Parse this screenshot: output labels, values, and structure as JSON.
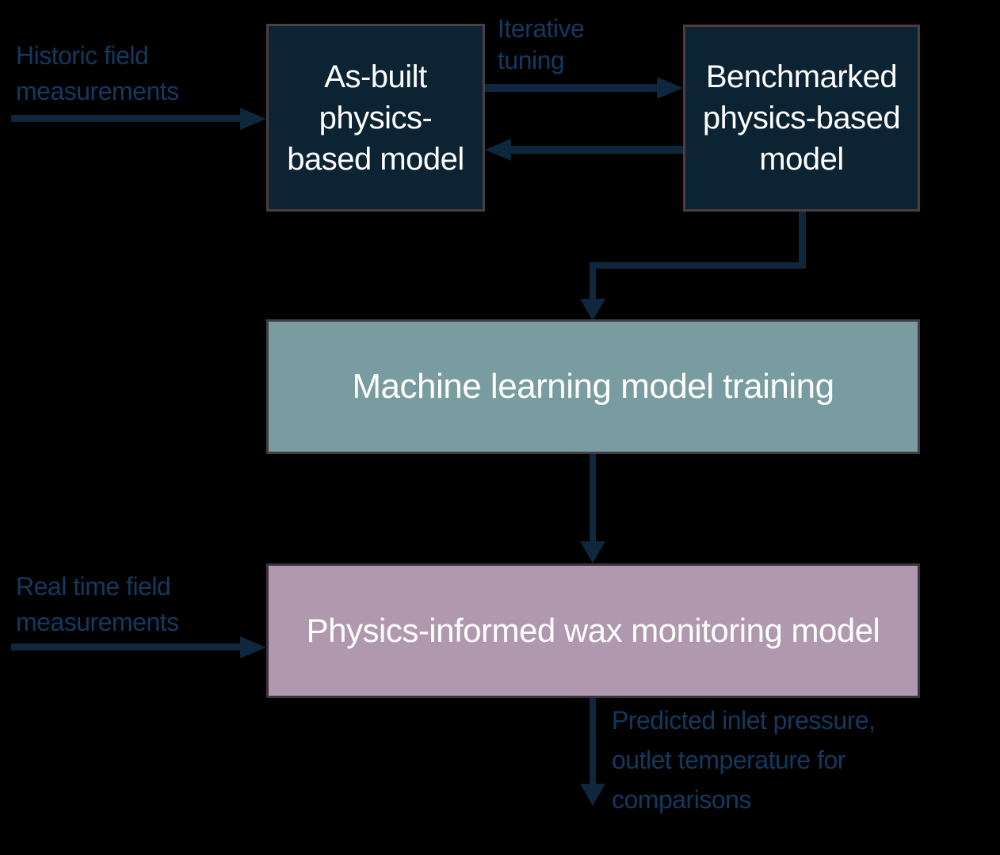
{
  "colors": {
    "bg": "#000000",
    "navy-fill": "#0C2334",
    "navy-border": "#4E3C42",
    "teal-fill": "#799CA0",
    "teal-border": "#443E44",
    "mauve-fill": "#B098AE",
    "mauve-border": "#3C343A",
    "arrow": "#0E273C",
    "label-text": "#14395E",
    "box-text": "#FFFFFF"
  },
  "labels": {
    "historic": {
      "lines": [
        "Historic field",
        "measurements"
      ]
    },
    "iterative": {
      "lines": [
        "Iterative",
        "tuning"
      ]
    },
    "realtime": {
      "lines": [
        "Real time field",
        "measurements"
      ]
    },
    "predicted": {
      "lines": [
        "Predicted inlet pressure,",
        "outlet temperature for",
        "comparisons"
      ]
    }
  },
  "boxes": {
    "as_built": {
      "lines": [
        "As-built",
        "physics-",
        "based model"
      ]
    },
    "benchmarked": {
      "lines": [
        "Benchmarked",
        "physics-based",
        "model"
      ]
    },
    "ml_training": {
      "label": "Machine learning model training"
    },
    "wax_monitoring": {
      "label": "Physics-informed wax monitoring model"
    }
  }
}
